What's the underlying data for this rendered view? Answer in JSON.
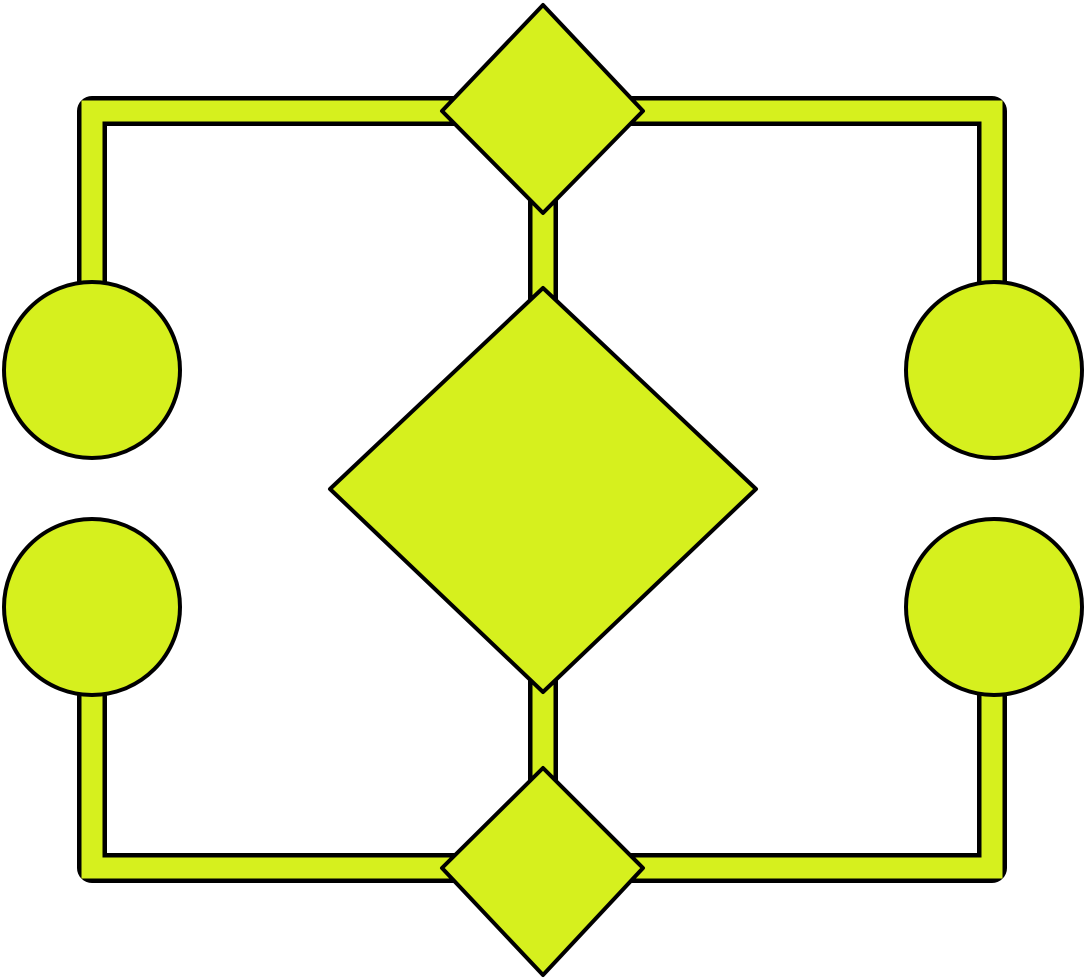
{
  "diagram": {
    "type": "flowchart-icon",
    "colors": {
      "fill": "#d6f01e",
      "stroke": "#000000",
      "background": "#ffffff"
    },
    "nodes": [
      {
        "id": "top-decision",
        "shape": "diamond"
      },
      {
        "id": "center-decision",
        "shape": "diamond"
      },
      {
        "id": "bottom-decision",
        "shape": "diamond"
      },
      {
        "id": "left-upper-node",
        "shape": "circle"
      },
      {
        "id": "left-lower-node",
        "shape": "circle"
      },
      {
        "id": "right-upper-node",
        "shape": "circle"
      },
      {
        "id": "right-lower-node",
        "shape": "circle"
      }
    ],
    "connectors": [
      {
        "from": "top-decision",
        "to": "center-decision"
      },
      {
        "from": "center-decision",
        "to": "bottom-decision"
      },
      {
        "from": "top-decision",
        "to": "left-upper-node"
      },
      {
        "from": "top-decision",
        "to": "right-upper-node"
      },
      {
        "from": "bottom-decision",
        "to": "left-lower-node"
      },
      {
        "from": "bottom-decision",
        "to": "right-lower-node"
      }
    ]
  }
}
